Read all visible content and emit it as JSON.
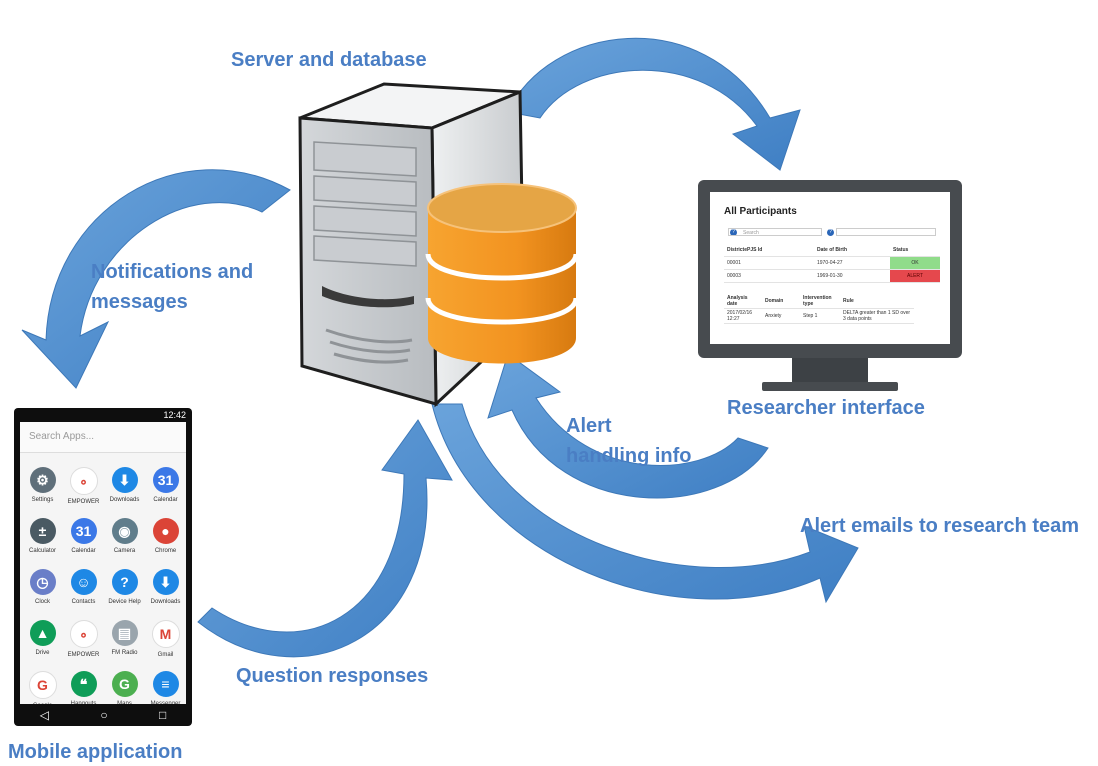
{
  "labels": {
    "server": "Server and database",
    "notifications_line1": "Notifications and",
    "notifications_line2": "messages",
    "researcher": "Researcher interface",
    "alert_line1": "Alert",
    "alert_line2": "handling  info",
    "emails": "Alert emails to research team",
    "responses": "Question responses",
    "mobile": "Mobile application"
  },
  "colors": {
    "label_text": "#4a7ec4",
    "arrow": "#4f8fd0",
    "database": "#f29320",
    "status_ok": "#90dc8a",
    "status_alert": "#e5484d"
  },
  "phone": {
    "time": "12:42",
    "search_placeholder": "Search Apps...",
    "apps": [
      {
        "name": "Settings",
        "icon": "settings-icon",
        "color": "#5f6f7a",
        "glyph": "⚙"
      },
      {
        "name": "EMPOWER",
        "icon": "empower-icon",
        "color": "#ffffff",
        "glyph": "∘"
      },
      {
        "name": "Downloads",
        "icon": "downloads-icon",
        "color": "#1e88e5",
        "glyph": "⬇"
      },
      {
        "name": "Calendar",
        "icon": "calendar-icon",
        "color": "#3b78e7",
        "glyph": "31"
      },
      {
        "name": "Calculator",
        "icon": "calculator-icon",
        "color": "#4a5a63",
        "glyph": "±"
      },
      {
        "name": "Calendar",
        "icon": "calendar-icon",
        "color": "#3b78e7",
        "glyph": "31"
      },
      {
        "name": "Camera",
        "icon": "camera-icon",
        "color": "#607d8b",
        "glyph": "◉"
      },
      {
        "name": "Chrome",
        "icon": "chrome-icon",
        "color": "#db4437",
        "glyph": "●"
      },
      {
        "name": "Clock",
        "icon": "clock-icon",
        "color": "#6a7ec8",
        "glyph": "◷"
      },
      {
        "name": "Contacts",
        "icon": "contacts-icon",
        "color": "#1e88e5",
        "glyph": "☺"
      },
      {
        "name": "Device Help",
        "icon": "device-help-icon",
        "color": "#1e88e5",
        "glyph": "?"
      },
      {
        "name": "Downloads",
        "icon": "downloads-icon",
        "color": "#1e88e5",
        "glyph": "⬇"
      },
      {
        "name": "Drive",
        "icon": "drive-icon",
        "color": "#0f9d58",
        "glyph": "▲"
      },
      {
        "name": "EMPOWER",
        "icon": "empower-icon",
        "color": "#ffffff",
        "glyph": "∘"
      },
      {
        "name": "FM Radio",
        "icon": "radio-icon",
        "color": "#9aa5ad",
        "glyph": "▤"
      },
      {
        "name": "Gmail",
        "icon": "gmail-icon",
        "color": "#ffffff",
        "glyph": "M"
      },
      {
        "name": "Google",
        "icon": "google-icon",
        "color": "#ffffff",
        "glyph": "G"
      },
      {
        "name": "Hangouts",
        "icon": "hangouts-icon",
        "color": "#0f9d58",
        "glyph": "❝"
      },
      {
        "name": "Maps",
        "icon": "maps-icon",
        "color": "#4caf50",
        "glyph": "G"
      },
      {
        "name": "Messenger",
        "icon": "messenger-icon",
        "color": "#1e88e5",
        "glyph": "≡"
      }
    ]
  },
  "researcher_ui": {
    "title": "All Participants",
    "search_placeholder": "Search",
    "columns": [
      "DistrictePJS Id",
      "Date of Birth",
      "Status"
    ],
    "rows": [
      {
        "id": "00001",
        "dob": "1970-04-27",
        "status": "OK"
      },
      {
        "id": "00003",
        "dob": "1969-01-30",
        "status": "ALERT"
      }
    ],
    "detail_columns": [
      "Analysis date",
      "Domain",
      "Intervention type",
      "Rule"
    ],
    "detail_rows": [
      {
        "date": "2017/02/16 12:27",
        "domain": "Anxiety",
        "type": "Step 1",
        "rule": "DELTA greater than 1 SD over 3 data points"
      }
    ]
  }
}
